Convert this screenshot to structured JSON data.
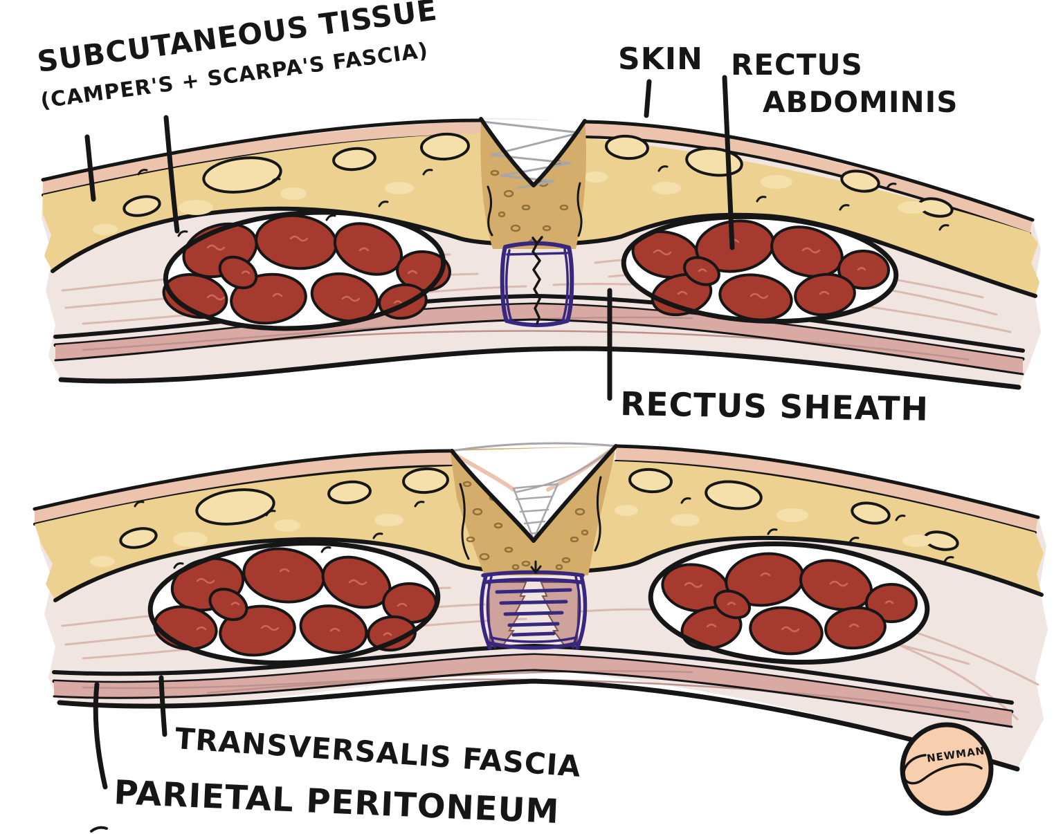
{
  "figure": {
    "type": "hand-drawn anatomical cross-section diagram of the abdominal wall, two panels (before and after midline closure with mesh/suture)",
    "signature": "NEWMAN"
  },
  "labels": {
    "subcutaneous": {
      "line1": "SUBCUTANEOUS TISSUE",
      "line2": "(CAMPER'S + SCARPA'S FASCIA)"
    },
    "skin": "SKIN",
    "rectus_abdominis": {
      "line1": "RECTUS",
      "line2": "ABDOMINIS"
    },
    "rectus_sheath": "RECTUS SHEATH",
    "transversalis_fascia": "TRANSVERSALIS FASCIA",
    "parietal_peritoneum": "PARIETAL PERITONEUM"
  },
  "colors": {
    "ink": "#161616",
    "gray": "#a6a6ab",
    "skin": "#ecc4ae",
    "fat": "#edd191",
    "fat_hi": "#f5e0ab",
    "tan": "#d3ad69",
    "granule": "#8f7038",
    "fascia": "#f1e5e2",
    "streak": "#d9b9b0",
    "pinkband": "#d9a9a3",
    "pinkband_line": "#bd928c",
    "muscle": "#a63a2f",
    "muscle_tex": "#c9685c",
    "purple": "#37277f",
    "flap": "#cda39c",
    "badge": "#f7cfae"
  }
}
